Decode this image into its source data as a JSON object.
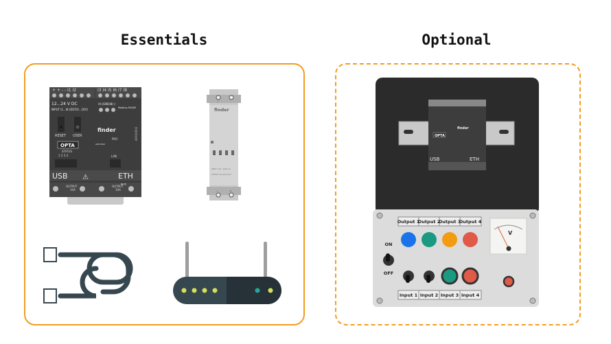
{
  "sections": {
    "essentials": "Essentials",
    "optional": "Optional"
  },
  "opta": {
    "top_terminals_left": "+  +  -  -  I1  I2",
    "top_terminals_right": "I3  I4  I5  I6  I7  I8",
    "voltage": "12...24 V DC",
    "input": "INPUT I1...I8 (DGT/0...10V)",
    "ai": "AI-(GND)B(-)",
    "modbus": "Modbus RS485",
    "reset": "RESET",
    "user": "USER",
    "brand": "finder",
    "arduino": "ARDUINO",
    "pro": "PRO",
    "model": "OPTA",
    "status": "STATUS",
    "status_nums": "1   2   3   4",
    "lan": "LAN",
    "usb": "USB",
    "eth": "ETH",
    "rj45": "RJ45",
    "output": "OUTPUT",
    "amps": "10A",
    "serial": "AFX00002"
  },
  "psu": {
    "brand": "finder",
    "input": "INPUT: 110...240V AC",
    "output": "OUTPUT: DC 24V 6.5A",
    "plus": "+",
    "minus": "-",
    "l": "L",
    "n": "N"
  },
  "panel": {
    "outputs": [
      "Output 1",
      "Output 2",
      "Output 3",
      "Output 4"
    ],
    "inputs": [
      "Input 1",
      "Input 2",
      "Input 3",
      "Input 4"
    ],
    "on": "ON",
    "off": "OFF",
    "meter": "V",
    "colors": {
      "blue": "#1a73e8",
      "green": "#1a9a80",
      "orange": "#f39c12",
      "red": "#e05a47"
    }
  },
  "accent": "#f39c1f"
}
